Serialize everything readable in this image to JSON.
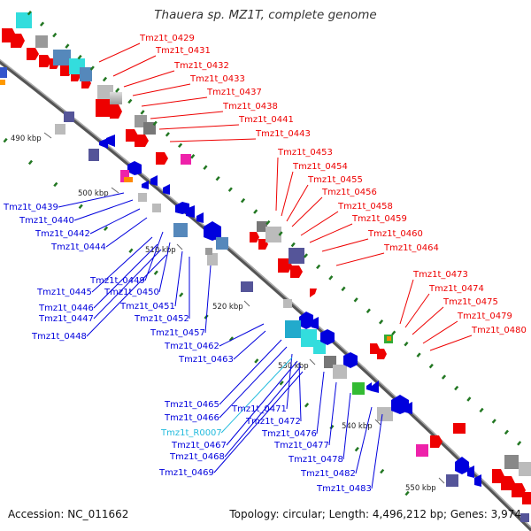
{
  "title": "Thauera sp. MZ1T, complete genome",
  "footer": {
    "accession": "Accession: NC_011662",
    "topology": "Topology: circular; Length: 4,496,212 bp; Genes: 3,974"
  },
  "colors": {
    "forward": "#ee0000",
    "reverse": "#0000dd",
    "rna": "#22bbdd",
    "backbone": "#777777",
    "tick": "#227722"
  },
  "kbp_markers": [
    "490 kbp",
    "500 kbp",
    "510 kbp",
    "520 kbp",
    "530 kbp",
    "540 kbp",
    "550 kbp"
  ],
  "forward_labels": [
    "Tmz1t_0429",
    "Tmz1t_0431",
    "Tmz1t_0432",
    "Tmz1t_0433",
    "Tmz1t_0437",
    "Tmz1t_0438",
    "Tmz1t_0441",
    "Tmz1t_0443",
    "Tmz1t_0453",
    "Tmz1t_0454",
    "Tmz1t_0455",
    "Tmz1t_0456",
    "Tmz1t_0458",
    "Tmz1t_0459",
    "Tmz1t_0460",
    "Tmz1t_0464",
    "Tmz1t_0473",
    "Tmz1t_0474",
    "Tmz1t_0475",
    "Tmz1t_0479",
    "Tmz1t_0480"
  ],
  "reverse_labels": [
    "Tmz1t_0439",
    "Tmz1t_0440",
    "Tmz1t_0442",
    "Tmz1t_0444",
    "Tmz1t_0449",
    "Tmz1t_0445",
    "Tmz1t_0450",
    "Tmz1t_0446",
    "Tmz1t_0451",
    "Tmz1t_0447",
    "Tmz1t_0452",
    "Tmz1t_0448",
    "Tmz1t_0457",
    "Tmz1t_0462",
    "Tmz1t_0463",
    "Tmz1t_0465",
    "Tmz1t_0471",
    "Tmz1t_0466",
    "Tmz1t_0472",
    "Tmz1t_R0007",
    "Tmz1t_0476",
    "Tmz1t_0467",
    "Tmz1t_0477",
    "Tmz1t_0468",
    "Tmz1t_0478",
    "Tmz1t_0469",
    "Tmz1t_0482",
    "Tmz1t_0483"
  ]
}
